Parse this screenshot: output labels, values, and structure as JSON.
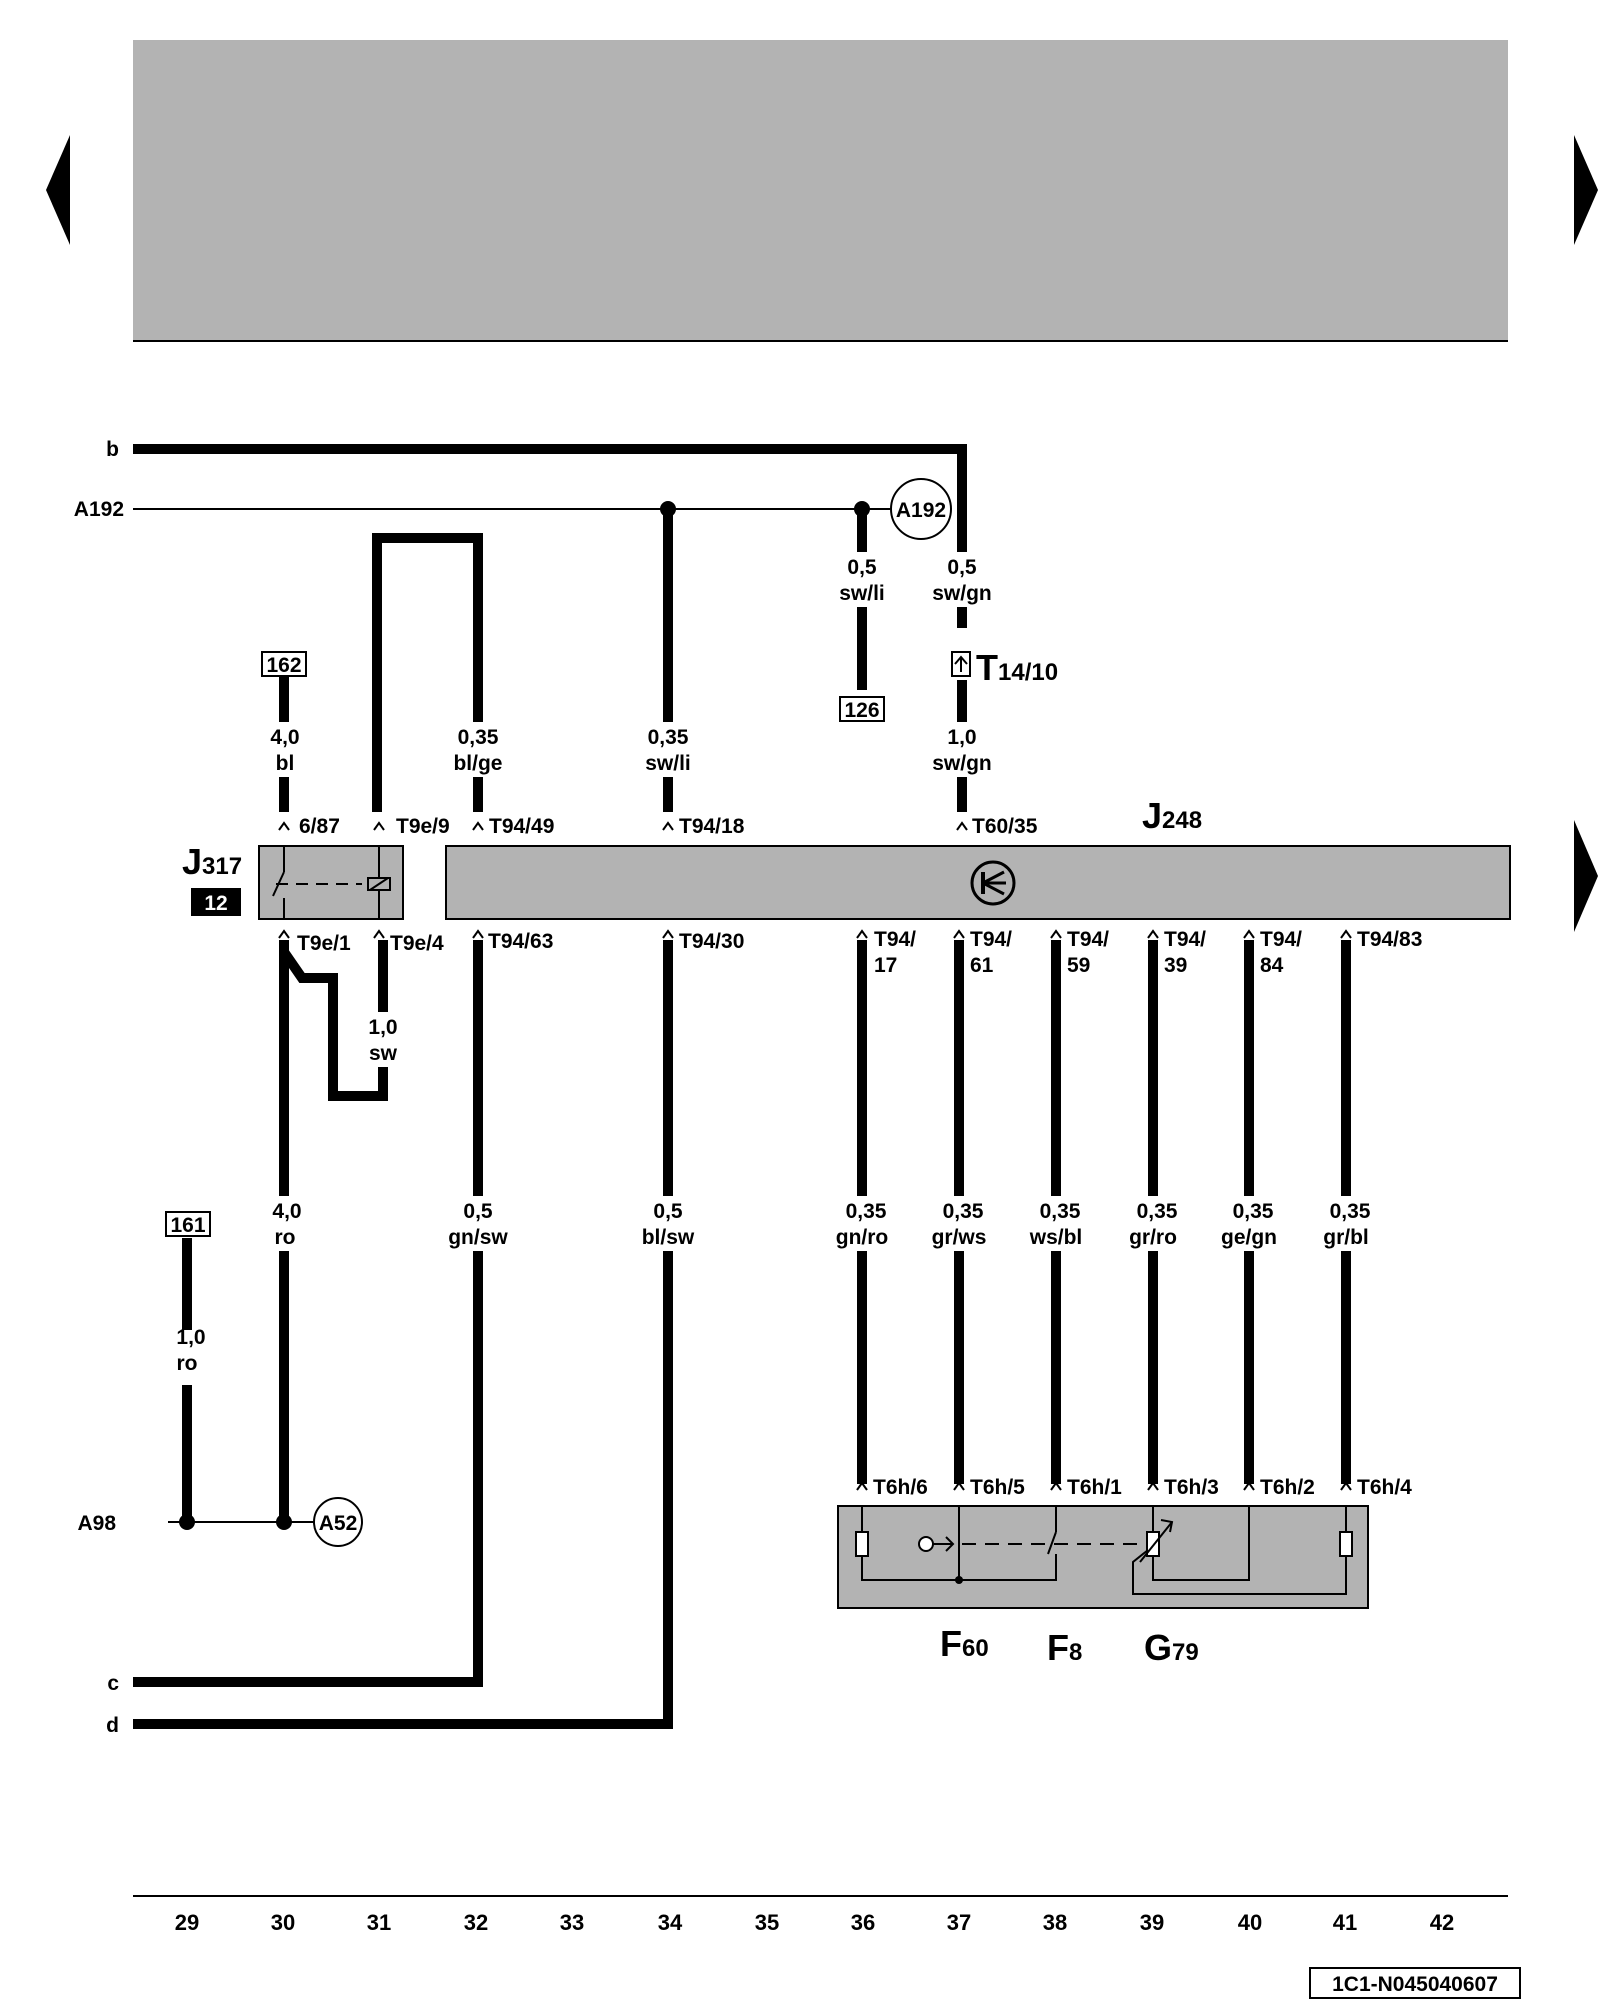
{
  "nav": {
    "prev_arrow": "left-arrow",
    "next_arrow": "right-arrow"
  },
  "lines": {
    "b": "b",
    "A192": "A192",
    "A98": "A98",
    "c": "c",
    "d": "d"
  },
  "components": {
    "J317": {
      "main": "J",
      "sub": "317",
      "badge": "12"
    },
    "J248": {
      "main": "J",
      "sub": "248"
    },
    "F60": {
      "main": "F",
      "sub": "60"
    },
    "F8": {
      "main": "F",
      "sub": "8"
    },
    "G79": {
      "main": "G",
      "sub": "79"
    },
    "T14_10": {
      "main": "T",
      "sub": "14/10"
    }
  },
  "refs": {
    "r162": "162",
    "r126": "126",
    "r161": "161",
    "A192": "A192",
    "A52": "A52"
  },
  "wires": {
    "w36": [
      "0,5",
      "sw/li"
    ],
    "w37": [
      "0,5",
      "sw/gn"
    ],
    "w30a": [
      "4,0",
      "bl"
    ],
    "w32a": [
      "0,35",
      "bl/ge"
    ],
    "w34a": [
      "0,35",
      "sw/li"
    ],
    "w37b": [
      "1,0",
      "sw/gn"
    ],
    "w31": [
      "1,0",
      "sw"
    ],
    "w30b": [
      "4,0",
      "ro"
    ],
    "w32b": [
      "0,5",
      "gn/sw"
    ],
    "w34b": [
      "0,5",
      "bl/sw"
    ],
    "w36b": [
      "0,35",
      "gn/ro"
    ],
    "w37c": [
      "0,35",
      "gr/ws"
    ],
    "w38": [
      "0,35",
      "ws/bl"
    ],
    "w39": [
      "0,35",
      "gr/ro"
    ],
    "w40": [
      "0,35",
      "ge/gn"
    ],
    "w41": [
      "0,35",
      "gr/bl"
    ],
    "w29": [
      "1,0",
      "ro"
    ]
  },
  "pins": {
    "p687": "6/87",
    "t9e9": "T9e/9",
    "t9449": "T94/49",
    "t9418": "T94/18",
    "t6035": "T60/35",
    "t9e1": "T9e/1",
    "t9e4": "T9e/4",
    "t9463": "T94/63",
    "t9430": "T94/30",
    "t9417": [
      "T94/",
      "17"
    ],
    "t9461": [
      "T94/",
      "61"
    ],
    "t9459": [
      "T94/",
      "59"
    ],
    "t9439": [
      "T94/",
      "39"
    ],
    "t9484": [
      "T94/",
      "84"
    ],
    "t9483": "T94/83",
    "t6h6": "T6h/6",
    "t6h5": "T6h/5",
    "t6h1": "T6h/1",
    "t6h3": "T6h/3",
    "t6h2": "T6h/2",
    "t6h4": "T6h/4"
  },
  "columns": [
    "29",
    "30",
    "31",
    "32",
    "33",
    "34",
    "35",
    "36",
    "37",
    "38",
    "39",
    "40",
    "41",
    "42"
  ],
  "diagram_id": "1C1-N045040607",
  "colors": {
    "header_fill": "#b3b3b3",
    "component_fill": "#b3b3b3",
    "wire": "#000000"
  }
}
